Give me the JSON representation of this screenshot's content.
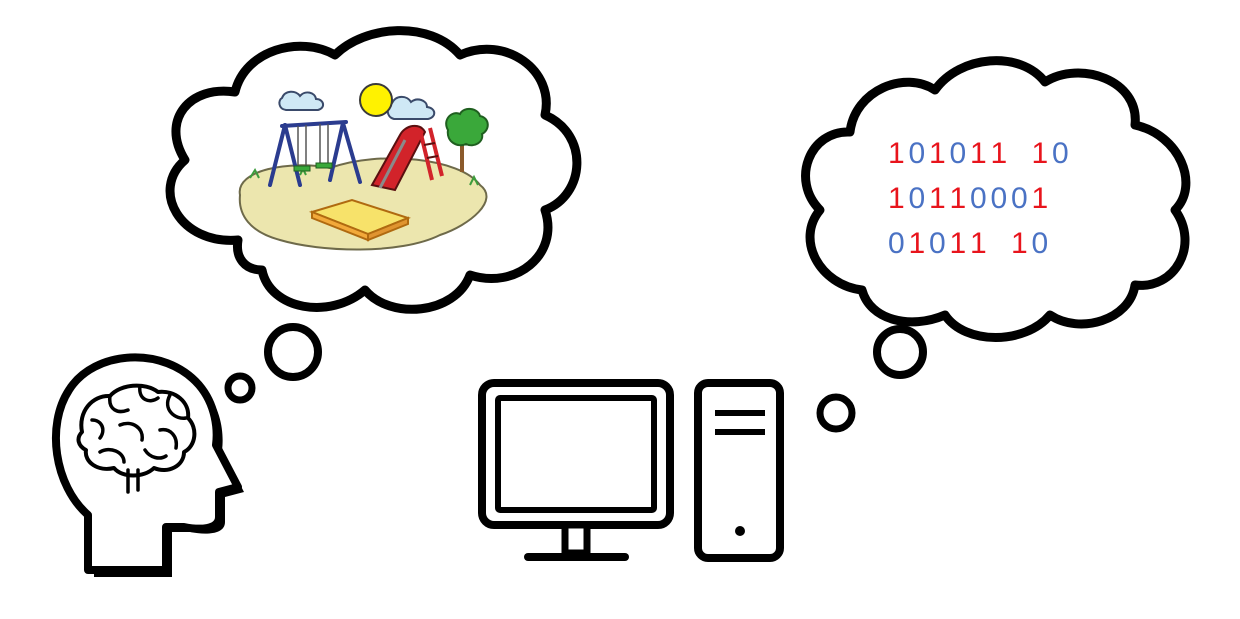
{
  "colors": {
    "outline": "#000000",
    "binary_red": "#e8141c",
    "binary_blue": "#4a72c4",
    "sand": "#ece6ae",
    "sand_outline": "#6e6a4a",
    "sandbox": "#f2a93a",
    "sandbox_fill": "#f7e26a",
    "sun": "#fff200",
    "sky_cloud": "#cfe8f5",
    "swing_frame": "#2b3c8f",
    "slide_red": "#d2232a",
    "slide_grey": "#8a8a8a",
    "tree_green": "#3aa83a",
    "tree_trunk": "#8b5a2b",
    "grass": "#3c9c3c"
  },
  "human": {
    "icon": "human-head-brain-icon",
    "thought": {
      "icon": "playground-icon",
      "bubbles": [
        "small-thought-bubble",
        "medium-thought-bubble"
      ]
    }
  },
  "computer": {
    "icon": "desktop-computer-icon",
    "thought": {
      "binary_lines": [
        [
          {
            "t": "1",
            "c": "red"
          },
          {
            "t": "0",
            "c": "blue"
          },
          {
            "t": "1",
            "c": "red"
          },
          {
            "t": "0",
            "c": "blue"
          },
          {
            "t": "1",
            "c": "red"
          },
          {
            "t": "1",
            "c": "red"
          },
          {
            "t": " ",
            "c": "blue"
          },
          {
            "t": "1",
            "c": "red"
          },
          {
            "t": "0",
            "c": "blue"
          }
        ],
        [
          {
            "t": "1",
            "c": "red"
          },
          {
            "t": "0",
            "c": "blue"
          },
          {
            "t": "1",
            "c": "red"
          },
          {
            "t": "1",
            "c": "red"
          },
          {
            "t": "0",
            "c": "blue"
          },
          {
            "t": "0",
            "c": "blue"
          },
          {
            "t": "0",
            "c": "blue"
          },
          {
            "t": "1",
            "c": "red"
          }
        ],
        [
          {
            "t": "0",
            "c": "blue"
          },
          {
            "t": "1",
            "c": "red"
          },
          {
            "t": "0",
            "c": "blue"
          },
          {
            "t": "1",
            "c": "red"
          },
          {
            "t": "1",
            "c": "red"
          },
          {
            "t": " ",
            "c": "blue"
          },
          {
            "t": "1",
            "c": "red"
          },
          {
            "t": "0",
            "c": "blue"
          }
        ]
      ]
    }
  }
}
